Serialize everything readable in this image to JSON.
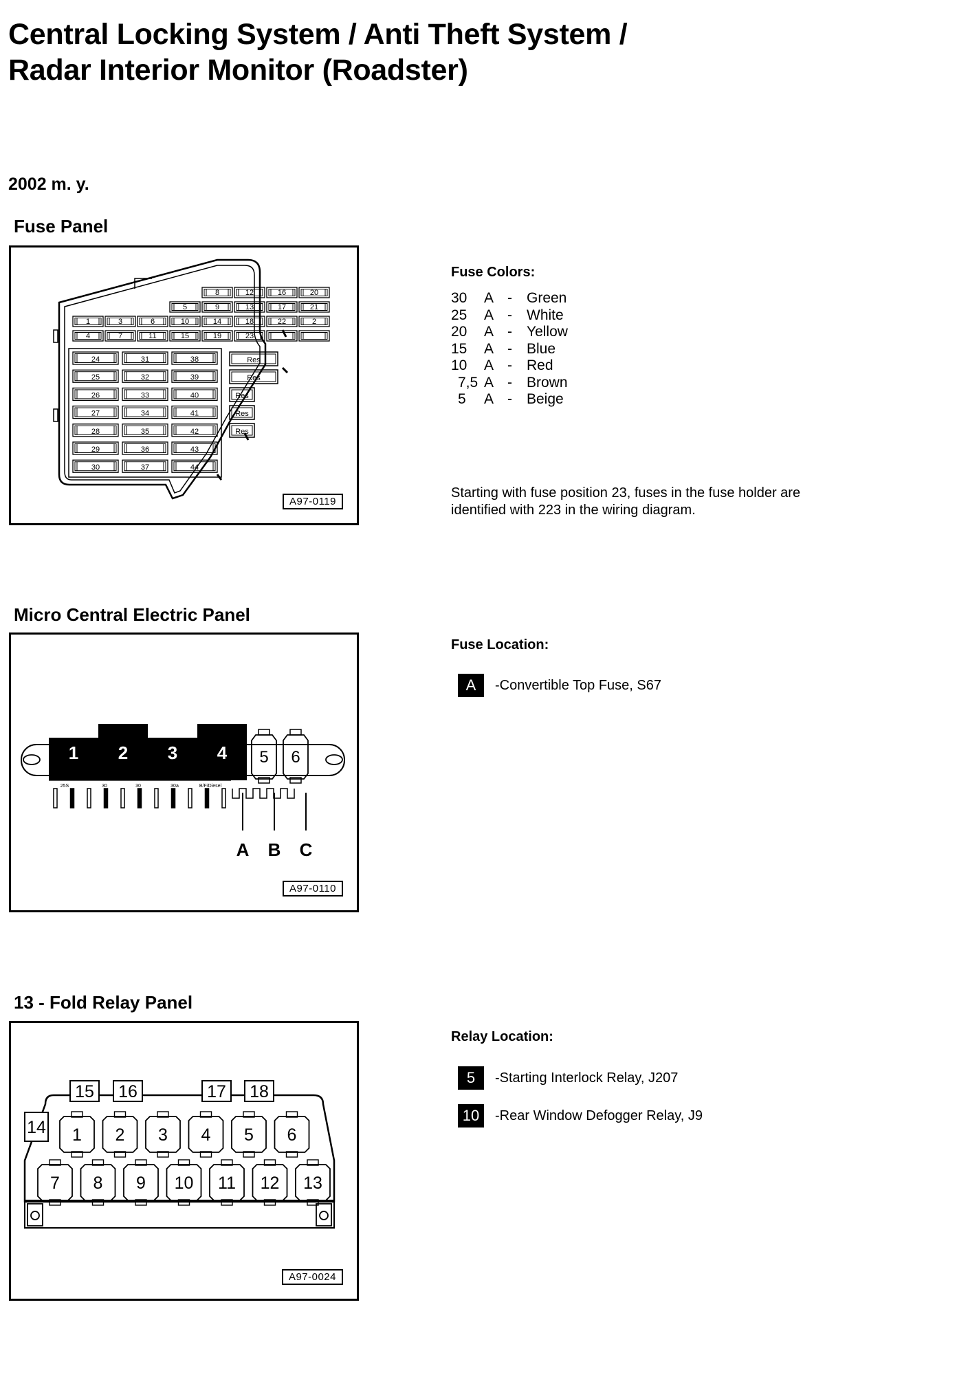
{
  "title": {
    "line1": "Central Locking System / Anti Theft System /",
    "line2": "Radar Interior Monitor (Roadster)"
  },
  "model_year": "2002 m. y.",
  "fuse_panel": {
    "title": "Fuse Panel",
    "ref": "A97-0119",
    "top_fuses": [
      "8",
      "12",
      "16",
      "20",
      "5",
      "9",
      "13",
      "17",
      "21",
      "1",
      "3",
      "6",
      "10",
      "14",
      "18",
      "22",
      "2",
      "4",
      "7",
      "11",
      "15",
      "19",
      "23"
    ],
    "col1": [
      "24",
      "25",
      "26",
      "27",
      "28",
      "29",
      "30"
    ],
    "col2": [
      "31",
      "32",
      "33",
      "34",
      "35",
      "36",
      "37"
    ],
    "col3": [
      "38",
      "39",
      "40",
      "41",
      "42",
      "43",
      "44"
    ],
    "res": [
      "Res",
      "Res",
      "Res",
      "Res",
      "Res"
    ]
  },
  "fuse_colors": {
    "heading": "Fuse Colors:",
    "unit": "A",
    "dash": "-",
    "rows": [
      {
        "amp": "30",
        "color": "Green"
      },
      {
        "amp": "25",
        "color": "White"
      },
      {
        "amp": "20",
        "color": "Yellow"
      },
      {
        "amp": "15",
        "color": "Blue"
      },
      {
        "amp": "10",
        "color": "Red"
      },
      {
        "amp": "7,5",
        "color": "Brown"
      },
      {
        "amp": "5",
        "color": "Beige"
      }
    ],
    "note": "Starting with fuse position 23, fuses in the fuse holder are identified with 223 in the wiring diagram."
  },
  "micro_panel": {
    "title": "Micro Central Electric Panel",
    "ref": "A97-0110",
    "dark_positions": [
      "1",
      "2",
      "3",
      "4"
    ],
    "light_positions": [
      "5",
      "6"
    ],
    "small_labels": [
      "25S",
      "30",
      "30",
      "30a",
      "B/F/Diesel"
    ],
    "letters": [
      "A",
      "B",
      "C"
    ]
  },
  "fuse_location": {
    "heading": "Fuse Location:",
    "items": [
      {
        "badge": "A",
        "text": "-Convertible Top Fuse, S67"
      }
    ]
  },
  "relay_panel": {
    "title": "13 - Fold Relay Panel",
    "ref": "A97-0024",
    "top_tabs": [
      "15",
      "16",
      "17",
      "18"
    ],
    "side_tab": "14",
    "row1": [
      "1",
      "2",
      "3",
      "4",
      "5",
      "6"
    ],
    "row2": [
      "7",
      "8",
      "9",
      "10",
      "11",
      "12",
      "13"
    ]
  },
  "relay_location": {
    "heading": "Relay Location:",
    "items": [
      {
        "badge": "5",
        "text": "-Starting Interlock Relay, J207"
      },
      {
        "badge": "10",
        "text": "-Rear Window Defogger Relay, J9"
      }
    ]
  }
}
